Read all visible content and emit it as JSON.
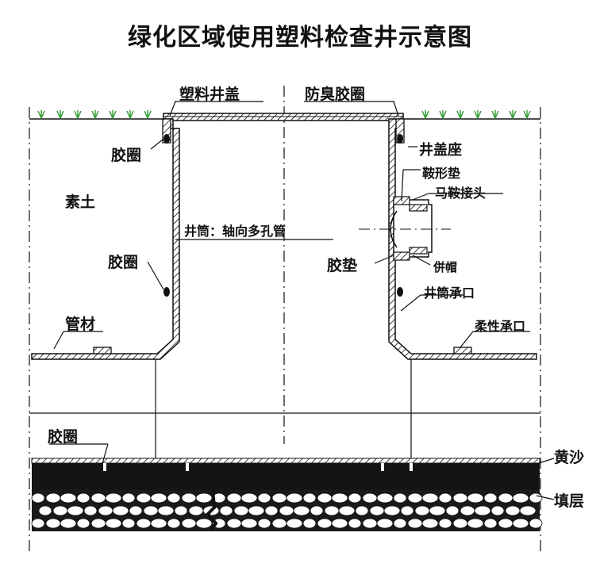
{
  "title": "绿化区域使用塑料检查井示意图",
  "labels": {
    "plastic_cover": "塑料井盖",
    "odor_ring": "防臭胶圈",
    "cover_seat": "井盖座",
    "saddle_pad": "鞍形垫",
    "saddle_joint": "马鞍接头",
    "shaft_pipe": "井筒：轴向多孔管",
    "rubber_pad": "胶垫",
    "lock_cap": "併帽",
    "shaft_socket": "井筒承口",
    "flexible_socket": "柔性承口",
    "plain_soil": "素土",
    "rubber_ring_top": "胶圈",
    "rubber_ring_mid": "胶圈",
    "rubber_ring_bottom": "胶圈",
    "pipe": "管材",
    "yellow_sand": "黄沙",
    "fill_layer": "填层"
  },
  "colors": {
    "ink": "#111111",
    "grass": "#2e9a2e",
    "stone": "#ffffff",
    "background": "#ffffff"
  }
}
